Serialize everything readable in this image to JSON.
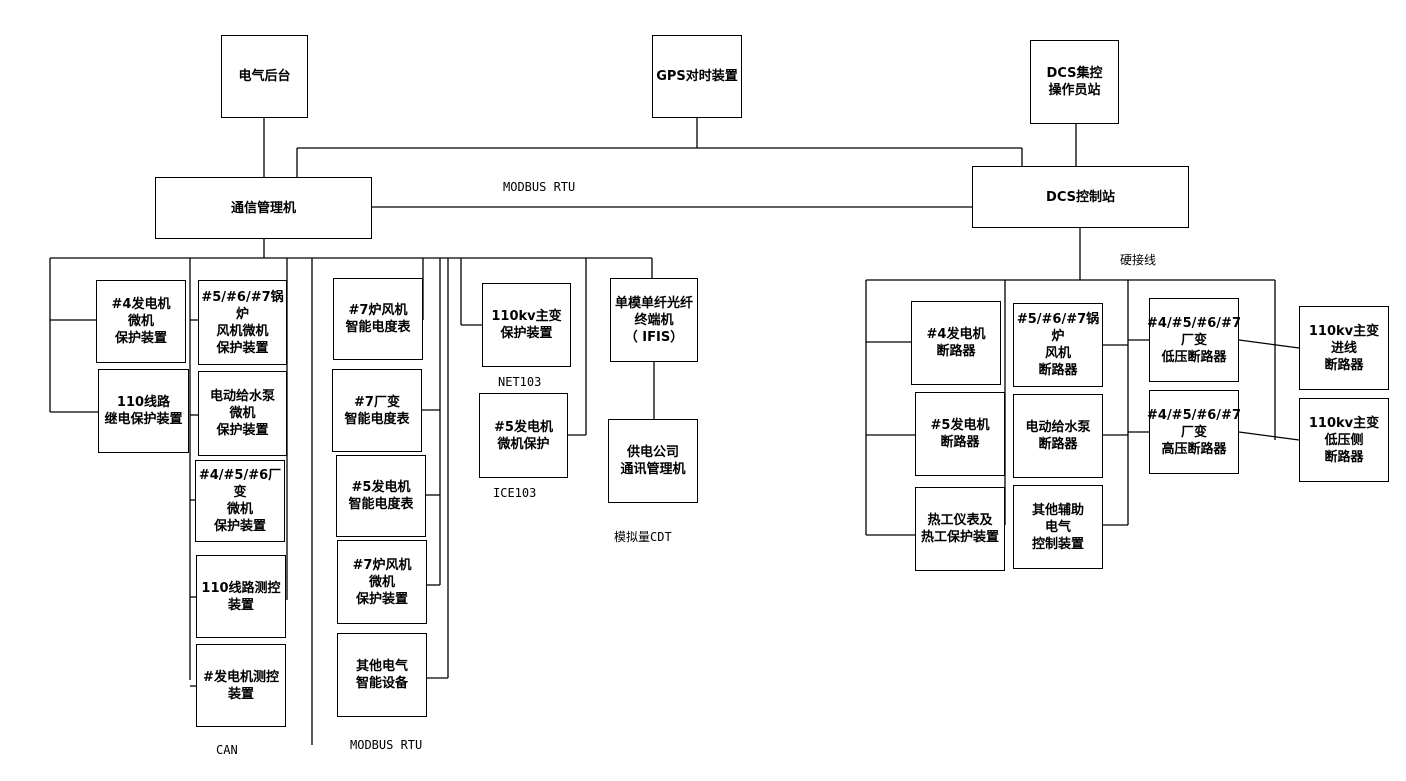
{
  "nodes": {
    "electrical_backend": "电气后台",
    "gps_clock": "GPS对时装置",
    "dcs_operator": "DCS集控\n操作员站",
    "comm_manager": "通信管理机",
    "dcs_control": "DCS控制站",
    "gen4_protect": "#4发电机\n微机\n保护装置",
    "boiler_fan_protect": "#5/#6/#7锅炉\n风机微机\n保护装置",
    "fan7_meter": "#7炉风机\n智能电度表",
    "main_trans_protect": "110kv主变\n保护装置",
    "fiber_terminal": "单模单纤光纤\n终端机\n（ IFIS）",
    "line110_relay": "110线路\n继电保护装置",
    "pump_protect": "电动给水泵\n微机\n保护装置",
    "trans7_meter": "#7厂变\n智能电度表",
    "gen5_protect": "#5发电机\n微机保护",
    "power_company_comm": "供电公司\n通讯管理机",
    "trans456_protect": "#4/#5/#6厂变\n微机\n保护装置",
    "gen5_meter": "#5发电机\n智能电度表",
    "line110_monitor": "110线路测控\n装置",
    "fan7_protect": "#7炉风机\n微机\n保护装置",
    "gen_monitor": "#发电机测控\n装置",
    "other_devices": "其他电气\n智能设备",
    "gen4_breaker": "#4发电机\n断路器",
    "boiler_fan_breaker": "#5/#6/#7锅炉\n风机\n断路器",
    "lowv_breaker": "#4/#5/#6/#7\n厂变\n低压断路器",
    "main_in_breaker": "110kv主变\n进线\n断路器",
    "gen5_breaker": "#5发电机\n断路器",
    "pump_breaker": "电动给水泵\n断路器",
    "highv_breaker": "#4/#5/#6/#7\n厂变\n高压断路器",
    "main_low_breaker": "110kv主变\n低压侧\n断路器",
    "thermal": "热工仪表及\n热工保护装置",
    "other_aux": "其他辅助\n电气\n控制装置"
  },
  "labels": {
    "modbus_top": "MODBUS RTU",
    "hardwire": "硬接线",
    "net103": "NET103",
    "ice103": "ICE103",
    "analog_cdt": "模拟量CDT",
    "can": "CAN",
    "modbus_bottom": "MODBUS RTU"
  }
}
